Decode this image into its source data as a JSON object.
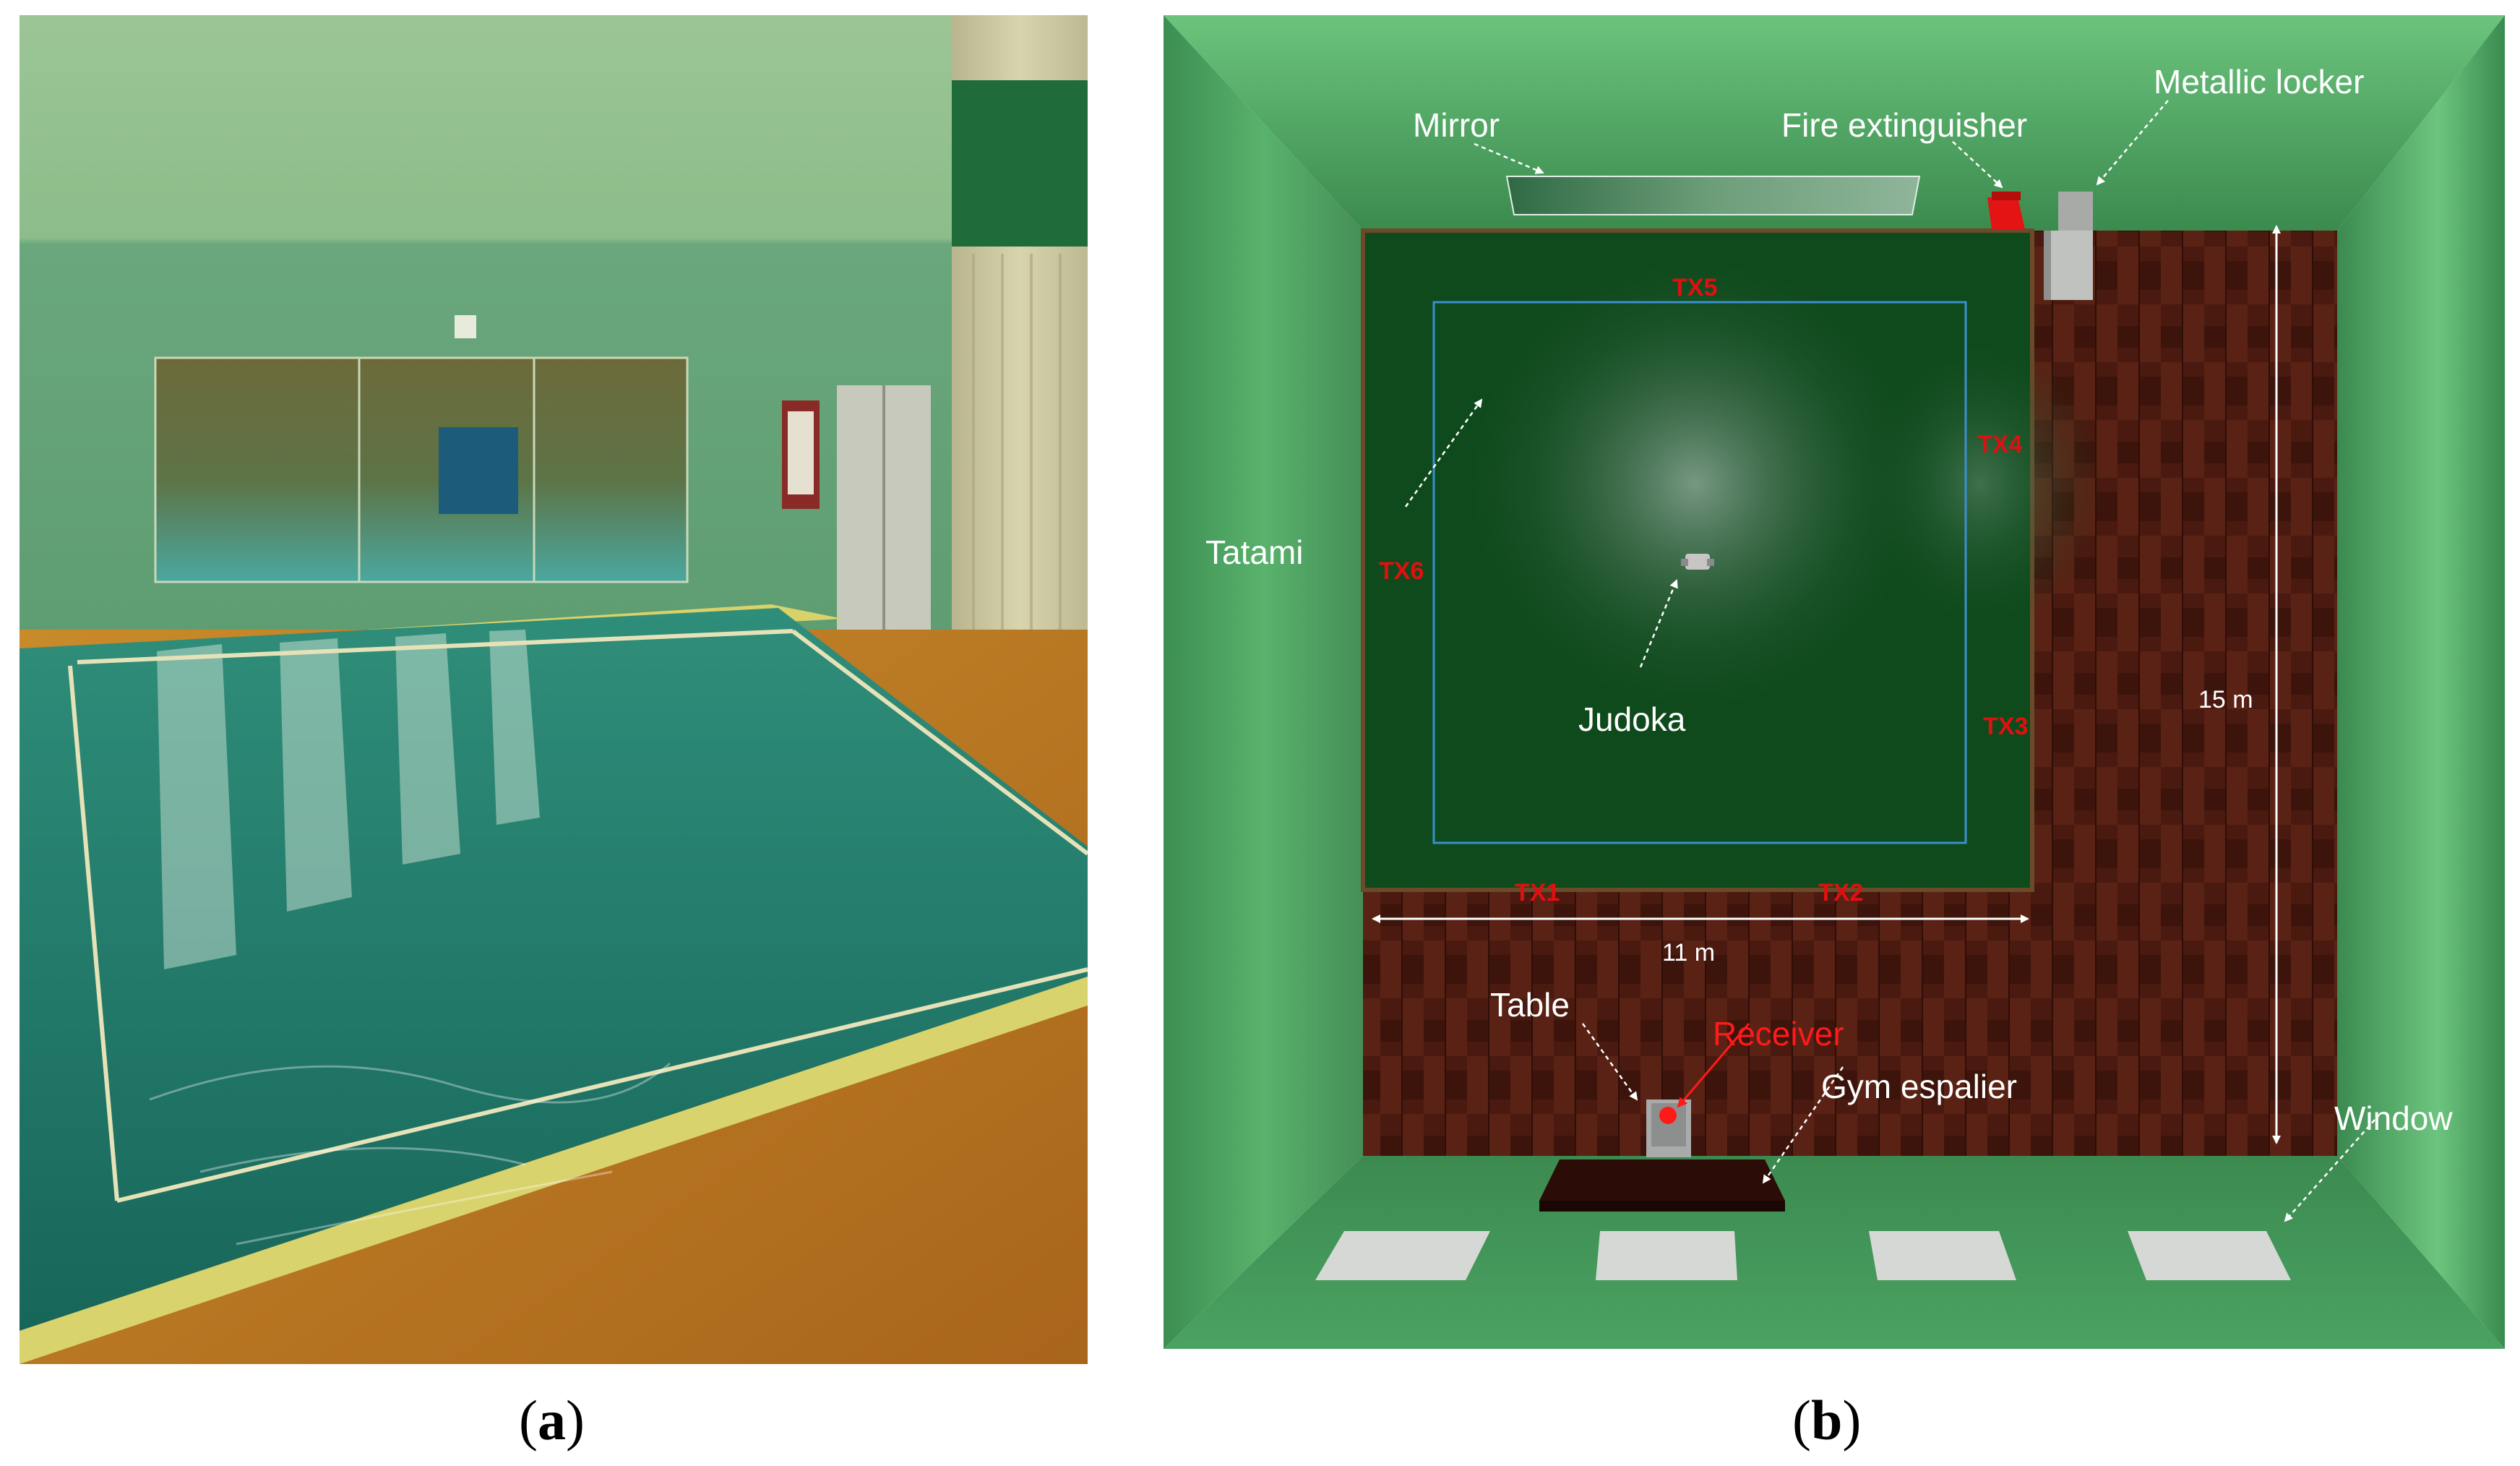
{
  "figure": {
    "panel_a": {
      "caption_letter": "a"
    },
    "panel_b": {
      "caption_letter": "b",
      "labels": {
        "mirror": "Mirror",
        "fire_extinguisher": "Fire extinguisher",
        "metallic_locker": "Metallic locker",
        "tatami": "Tatami",
        "judoka": "Judoka",
        "table": "Table",
        "receiver": "Receiver",
        "gym_espalier": "Gym espalier",
        "window": "Window"
      },
      "transmitters": [
        "TX1",
        "TX2",
        "TX3",
        "TX4",
        "TX5",
        "TX6"
      ],
      "dimensions": {
        "width": "11 m",
        "length": "15 m"
      }
    }
  },
  "colors": {
    "tatami": "#0f4a1c",
    "wall": "#4fa364",
    "wood": "#4a1a10",
    "transmitter_text": "#e01010",
    "receiver": "#ff1a1a",
    "square": "#3a8fd0"
  }
}
